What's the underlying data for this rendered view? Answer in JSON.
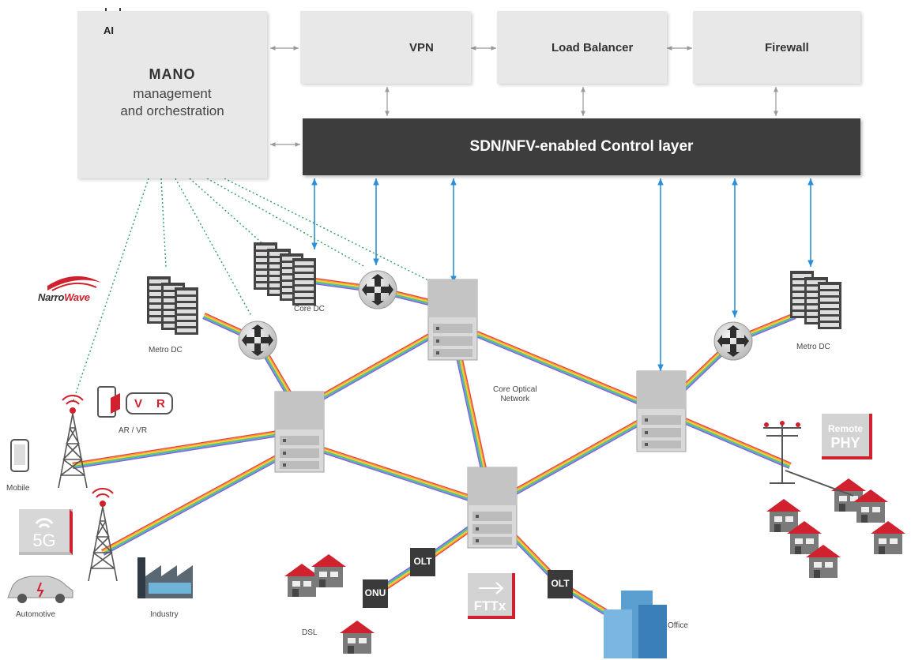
{
  "mano": {
    "title": "MANO",
    "line1": "management",
    "line2": "and orchestration",
    "ai_text": "AI"
  },
  "services": {
    "vpn": "VPN",
    "load_balancer": "Load Balancer",
    "firewall": "Firewall"
  },
  "control_layer": "SDN/NFV-enabled Control layer",
  "labels": {
    "core_dc": "Core DC",
    "metro_dc_left": "Metro DC",
    "metro_dc_right": "Metro DC",
    "core_optical_1": "Core Optical",
    "core_optical_2": "Network",
    "ar_vr": "AR / VR",
    "mobile": "Mobile",
    "automotive": "Automotive",
    "industry": "Industry",
    "dsl": "DSL",
    "office": "Office"
  },
  "badges": {
    "olt_1": "OLT",
    "olt_2": "OLT",
    "onu": "ONU",
    "fttx": "FTTx",
    "remote_1": "Remote",
    "remote_2": "PHY",
    "five_g": "5G",
    "vr_v": "V",
    "vr_r": "R"
  },
  "logo": {
    "narro": "Narro",
    "wave": "Wave"
  },
  "colors": {
    "accent_red": "#d0222e",
    "control_dark": "#3d3d3d",
    "link_blue": "#2a8fd6",
    "mano_link_green": "#2e9e5b"
  }
}
